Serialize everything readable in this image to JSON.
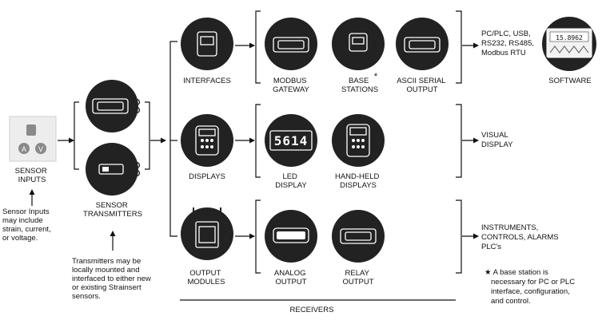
{
  "labels": {
    "sensor_inputs": [
      "SENSOR",
      "INPUTS"
    ],
    "sensor_transmitters": [
      "SENSOR",
      "TRANSMITTERS"
    ],
    "interfaces": "INTERFACES",
    "modbus_gateway": [
      "MODBUS",
      "GATEWAY"
    ],
    "base_stations": [
      "BASE",
      "STATIONS"
    ],
    "base_asterisk": "*",
    "ascii_serial_output": [
      "ASCII SERIAL",
      "OUTPUT"
    ],
    "software": "SOFTWARE",
    "displays": "DISPLAYS",
    "led_display": [
      "LED",
      "DISPLAY"
    ],
    "hand_held_displays": [
      "HAND-HELD",
      "DISPLAYS"
    ],
    "output_modules": [
      "OUTPUT",
      "MODULES"
    ],
    "analog_output": [
      "ANALOG",
      "OUTPUT"
    ],
    "relay_output": [
      "RELAY",
      "OUTPUT"
    ],
    "receivers": "RECEIVERS"
  },
  "right_labels": {
    "interfaces_protocols": [
      "PC/PLC, USB,",
      "RS232, RS485,",
      "Modbus RTU"
    ],
    "visual_display": [
      "VISUAL",
      "DISPLAY"
    ],
    "instruments": [
      "INSTRUMENTS,",
      "CONTROLS, ALARMS",
      "PLC's"
    ]
  },
  "notes": {
    "sensor_inputs_note": [
      "Sensor Inputs",
      "may include",
      "strain, current,",
      "or voltage."
    ],
    "transmitters_note": [
      "Transmitters may be",
      "locally mounted and",
      "interfaced to either new",
      "or existing Strainsert",
      "sensors."
    ],
    "base_station_note": [
      "★ A base station is",
      "necessary for PC or PLC",
      "interface, configuration,",
      "and control."
    ]
  },
  "displays": {
    "led_readout": "5614",
    "software_readout": "15.8962"
  },
  "icons": {
    "sensor_inputs": "sensor-inputs-icon",
    "transmitter_top": "transmitter-icon",
    "transmitter_bottom": "transmitter-module-icon",
    "interfaces": "interface-module-icon",
    "modbus": "modbus-gateway-icon",
    "base": "base-station-icon",
    "ascii": "ascii-serial-icon",
    "software": "software-screen-icon",
    "displays": "display-panel-icon",
    "led": "led-display-icon",
    "handheld": "hand-held-display-icon",
    "output_modules": "output-module-icon",
    "analog": "analog-output-icon",
    "relay": "relay-output-icon"
  },
  "colors": {
    "circle_fill": "#222222",
    "line": "#111111",
    "background": "#ffffff"
  }
}
